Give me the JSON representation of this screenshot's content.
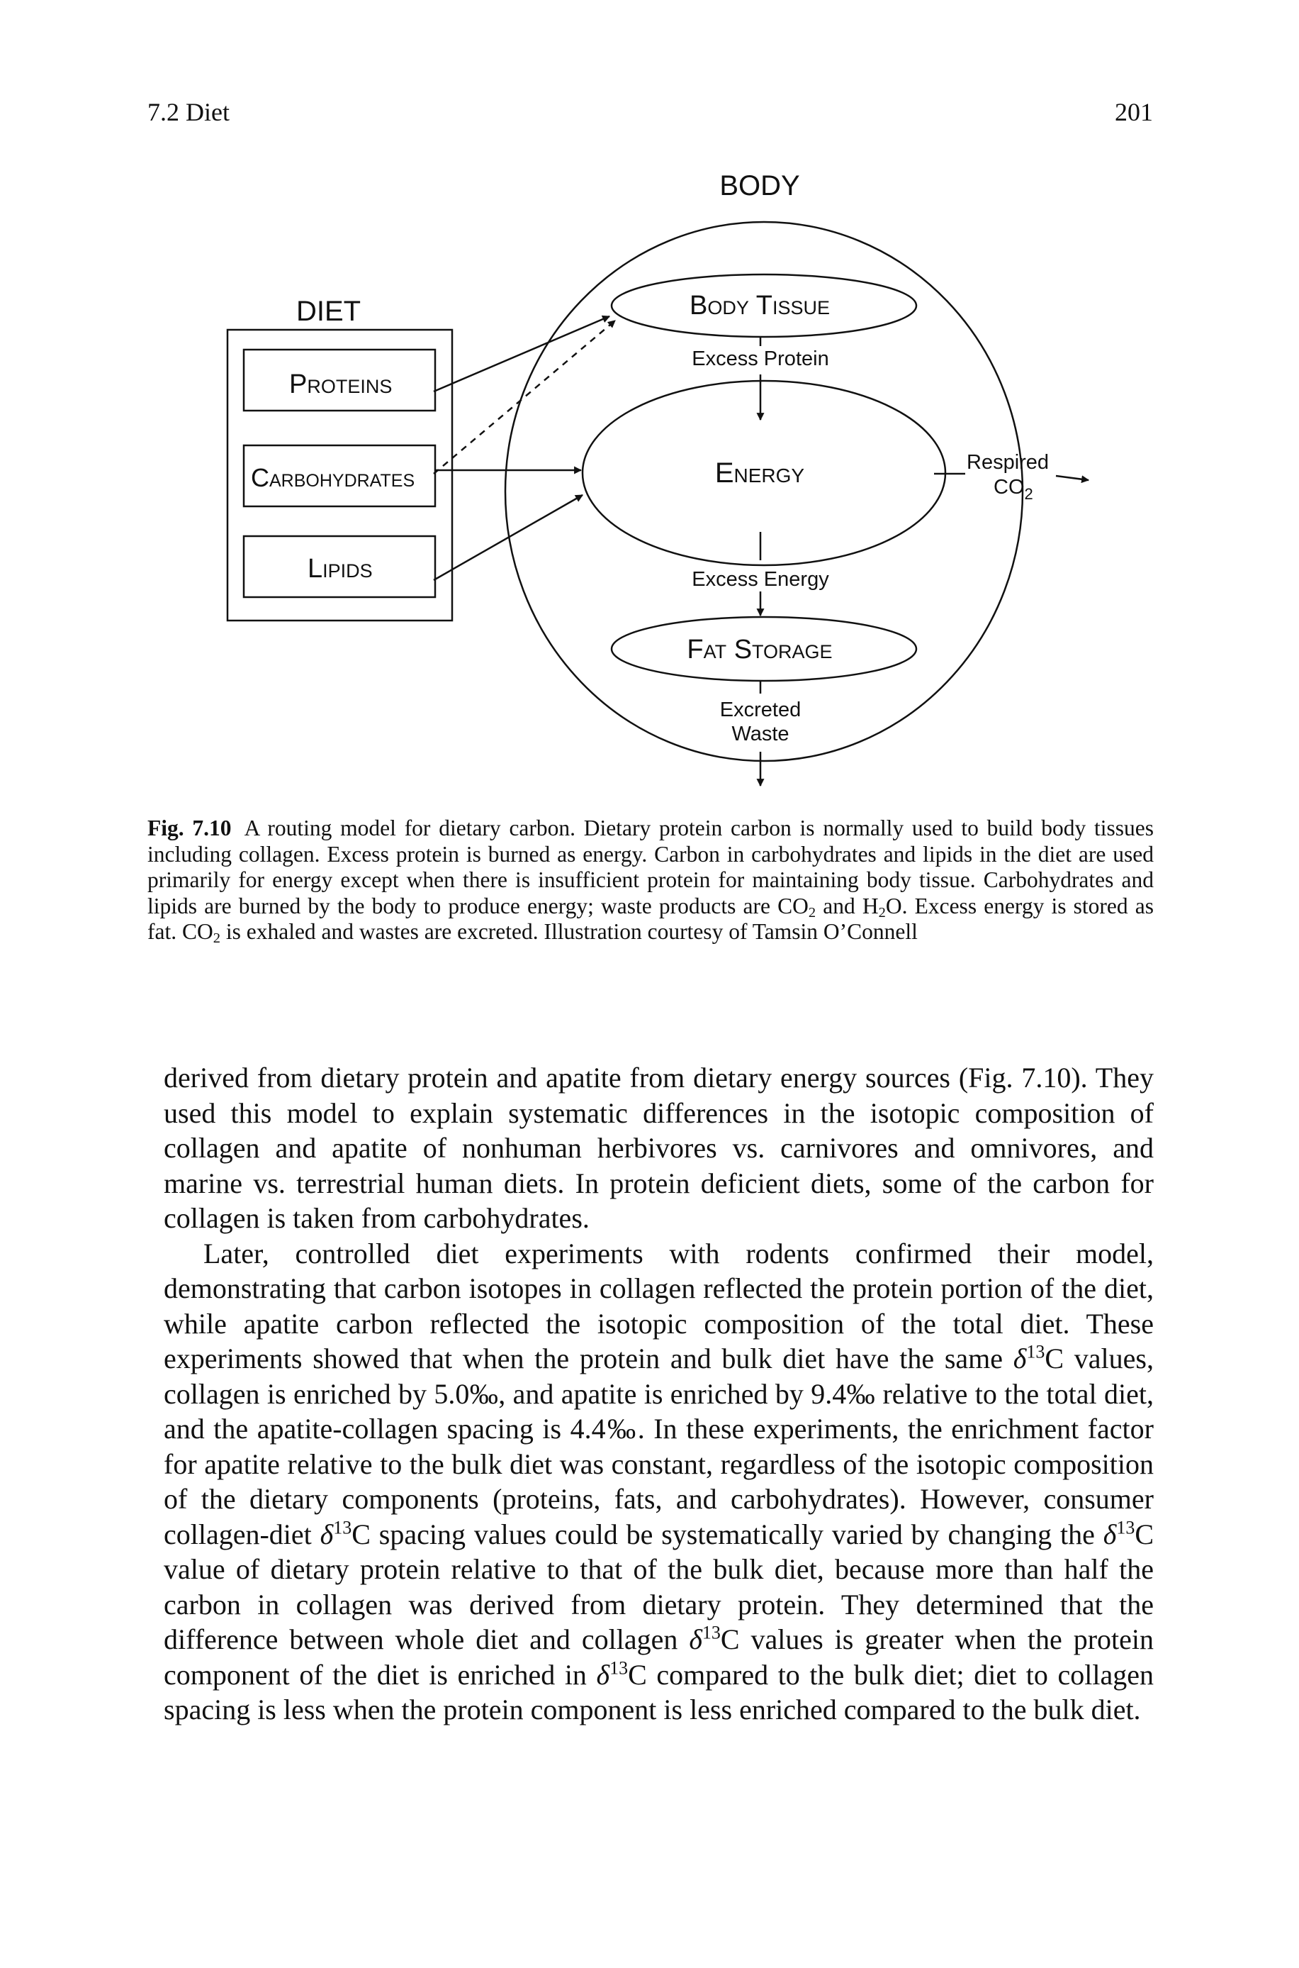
{
  "header": {
    "section": "7.2 Diet",
    "page_number": "201"
  },
  "figure": {
    "body_title": "BODY",
    "diet_title": "DIET",
    "diet_items": [
      "Proteins",
      "Carbohydrates",
      "Lipids"
    ],
    "compartments": {
      "body_tissue": "Body Tissue",
      "energy": "Energy",
      "fat_storage": "Fat Storage"
    },
    "flows": {
      "excess_protein": "Excess Protein",
      "excess_energy": "Excess Energy",
      "respired": "Respired",
      "co2": "CO",
      "co2_sub": "2",
      "excreted": "Excreted",
      "waste": "Waste"
    }
  },
  "caption": {
    "label": "Fig. 7.10",
    "seg1": "A routing model for dietary carbon. Dietary protein carbon is normally used to build body tissues including collagen. Excess protein is burned as energy. Carbon in carbohydrates and lipids in the diet are used primarily for energy except when there is insufficient protein for maintaining body tissue. Carbohydrates and lipids are burned by the body to produce energy; waste products are CO",
    "sub1": "2",
    "seg2": " and H",
    "sub2": "2",
    "seg3": "O. Excess energy is stored as fat. CO",
    "sub3": "2",
    "seg4": " is exhaled and wastes are excreted. Illustration courtesy of Tamsin O’Connell"
  },
  "body": {
    "p1": "derived from dietary protein and apatite from dietary energy sources (Fig. 7.10). They used this model to explain systematic differences in the isotopic composition of collagen and apatite of nonhuman herbivores vs. carnivores and omnivores, and marine vs. terrestrial human diets. In protein deficient diets, some of the carbon for collagen is taken from carbohydrates.",
    "p2_a": "Later, controlled diet experiments with rodents confirmed their model, demonstrating that carbon isotopes in collagen reflected the protein portion of the diet, while apatite carbon reflected the isotopic composition of the total diet. These experiments showed that when the protein and bulk diet have the same ",
    "delta": "δ",
    "iso": "13",
    "c": "C",
    "p2_b": " values, collagen is enriched by 5.0‰, and apatite is enriched by 9.4‰ relative to the total diet, and the apatite-collagen spacing is 4.4‰. In these experiments, the enrichment factor for apatite relative to the bulk diet was constant, regardless of the isotopic composition of the dietary components (proteins, fats, and carbohydrates). However, consumer collagen-diet ",
    "p2_c": " spacing values could be systematically varied by changing the ",
    "p2_d": " value of dietary protein relative to that of the bulk diet, because more than half the carbon in collagen was derived from dietary protein. They determined that the difference between whole diet and collagen ",
    "p2_e": " values is greater when the protein component of the diet is enriched in ",
    "p2_f": " compared to the bulk diet; diet to collagen spacing is less when the protein component is less enriched compared to the bulk diet."
  }
}
